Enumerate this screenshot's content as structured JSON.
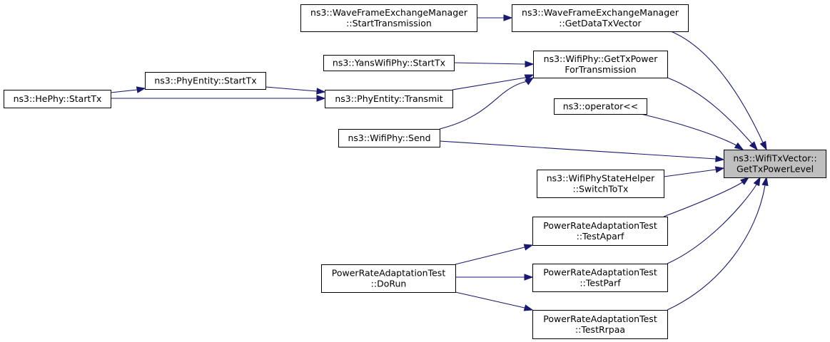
{
  "colors": {
    "edge": "#191970",
    "node_fill": "#ffffff",
    "focus_fill": "#bfbfbf",
    "border": "#000000"
  },
  "nodes": {
    "wfem_start": {
      "lines": [
        "ns3::WaveFrameExchangeManager",
        "::StartTransmission"
      ]
    },
    "wfem_getdata": {
      "lines": [
        "ns3::WaveFrameExchangeManager",
        "::GetDataTxVector"
      ]
    },
    "yans_starttx": {
      "lines": [
        "ns3::YansWifiPhy::StartTx"
      ]
    },
    "wifiphy_gettx": {
      "lines": [
        "ns3::WifiPhy::GetTxPower",
        "ForTransmission"
      ]
    },
    "hephy": {
      "lines": [
        "ns3::HePhy::StartTx"
      ]
    },
    "phyentity_st": {
      "lines": [
        "ns3::PhyEntity::StartTx"
      ]
    },
    "phyentity_tr": {
      "lines": [
        "ns3::PhyEntity::Transmit"
      ]
    },
    "operator": {
      "lines": [
        "ns3::operator<<"
      ]
    },
    "wifiphy_send": {
      "lines": [
        "ns3::WifiPhy::Send"
      ]
    },
    "target": {
      "lines": [
        "ns3::WifiTxVector::",
        "GetTxPowerLevel"
      ]
    },
    "statehelper": {
      "lines": [
        "ns3::WifiPhyStateHelper",
        "::SwitchToTx"
      ]
    },
    "aparf": {
      "lines": [
        "PowerRateAdaptationTest",
        "::TestAparf"
      ]
    },
    "dorun": {
      "lines": [
        "PowerRateAdaptationTest",
        "::DoRun"
      ]
    },
    "parf": {
      "lines": [
        "PowerRateAdaptationTest",
        "::TestParf"
      ]
    },
    "rrpaa": {
      "lines": [
        "PowerRateAdaptationTest",
        "::TestRrpaa"
      ]
    }
  },
  "edges": [
    {
      "from": "wfem_start",
      "to": "wfem_getdata"
    },
    {
      "from": "wfem_getdata",
      "to": "target"
    },
    {
      "from": "yans_starttx",
      "to": "wifiphy_gettx"
    },
    {
      "from": "phyentity_tr",
      "to": "wifiphy_gettx"
    },
    {
      "from": "wifiphy_send",
      "to": "wifiphy_gettx"
    },
    {
      "from": "wifiphy_gettx",
      "to": "target"
    },
    {
      "from": "hephy",
      "to": "phyentity_st"
    },
    {
      "from": "hephy",
      "to": "phyentity_tr"
    },
    {
      "from": "phyentity_st",
      "to": "phyentity_tr"
    },
    {
      "from": "operator",
      "to": "target"
    },
    {
      "from": "wifiphy_send",
      "to": "target"
    },
    {
      "from": "statehelper",
      "to": "target"
    },
    {
      "from": "aparf",
      "to": "target"
    },
    {
      "from": "parf",
      "to": "target"
    },
    {
      "from": "rrpaa",
      "to": "target"
    },
    {
      "from": "dorun",
      "to": "aparf"
    },
    {
      "from": "dorun",
      "to": "parf"
    },
    {
      "from": "dorun",
      "to": "rrpaa"
    }
  ]
}
